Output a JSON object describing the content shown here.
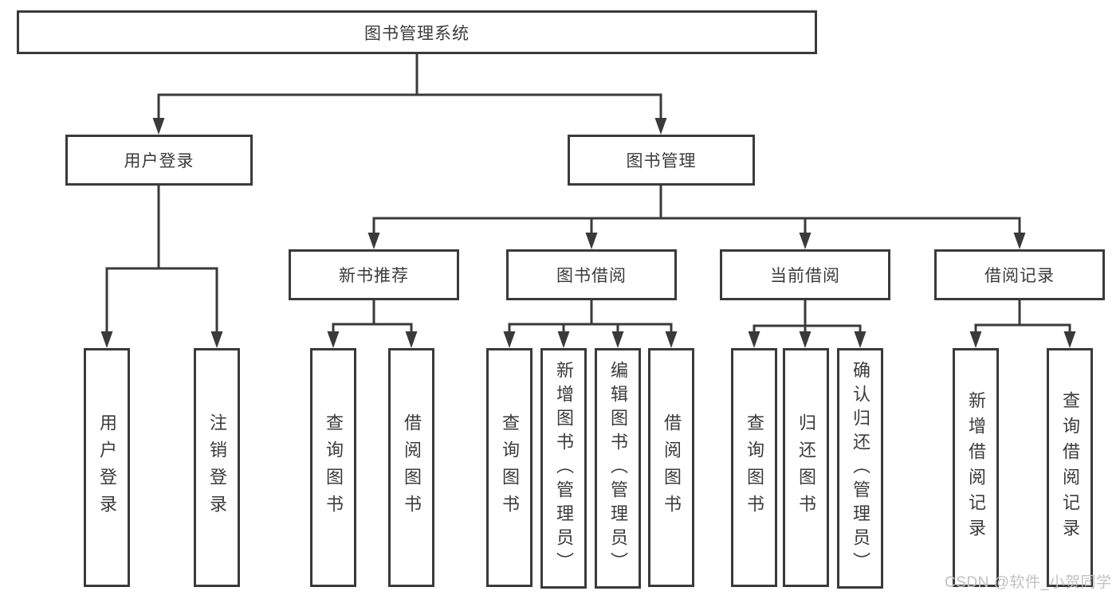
{
  "watermark": "CSDN @软件_小贺同学",
  "colors": {
    "line": "#3a3a3a",
    "text": "#3b3b3b",
    "background": "#ffffff",
    "watermark": "#c2c2c2"
  },
  "tree": {
    "root": "图书管理系统",
    "children": [
      {
        "label": "用户登录",
        "children": [
          "用户登录",
          "注销登录"
        ]
      },
      {
        "label": "图书管理",
        "children": [
          {
            "label": "新书推荐",
            "children": [
              "查询图书",
              "借阅图书"
            ]
          },
          {
            "label": "图书借阅",
            "children": [
              "查询图书",
              "新增图书（管理员）",
              "编辑图书（管理员）",
              "借阅图书"
            ]
          },
          {
            "label": "当前借阅",
            "children": [
              "查询图书",
              "归还图书",
              "确认归还（管理员）"
            ]
          },
          {
            "label": "借阅记录",
            "children": [
              "新增借阅记录",
              "查询借阅记录"
            ]
          }
        ]
      }
    ]
  }
}
